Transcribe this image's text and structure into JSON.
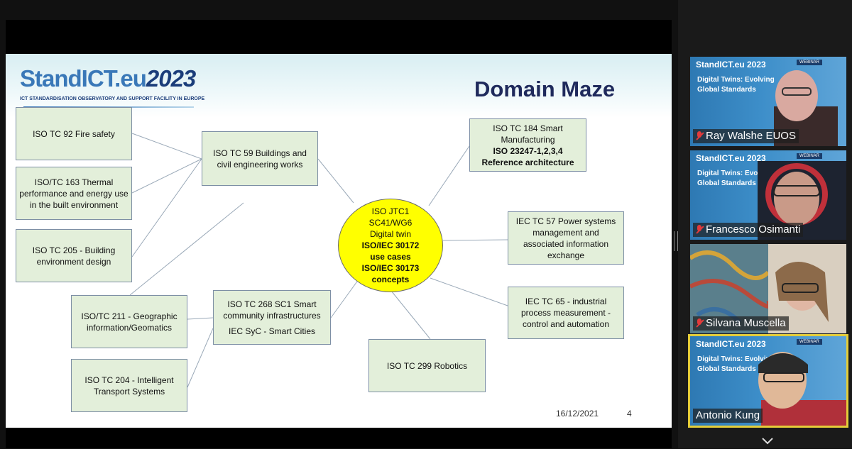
{
  "slide": {
    "logo_main": "StandICT.eu",
    "logo_year": "2023",
    "logo_subtitle": "ICT STANDARDISATION OBSERVATORY AND SUPPORT FACILITY IN EUROPE",
    "title": "Domain Maze",
    "date": "16/12/2021",
    "page_number": "4",
    "center": {
      "line1": "ISO JTC1",
      "line2": "SC41/WG6",
      "line3": "Digital twin",
      "bold1": "ISO/IEC 30172",
      "bold2": "use cases",
      "bold3": "ISO/IEC 30173",
      "bold4": "concepts"
    },
    "nodes": {
      "tc92": "ISO TC 92 Fire safety",
      "tc163": "ISO/TC 163 Thermal performance and energy use in the built environment",
      "tc205": "ISO TC 205 - Building environment design",
      "tc59": "ISO TC 59 Buildings and civil engineering works",
      "tc211": "ISO/TC 211 - Geographic information/Geomatics",
      "tc204": "ISO TC 204 - Intelligent Transport Systems",
      "tc268_line1": "ISO TC 268 SC1 Smart community infrastructures",
      "tc268_line2": "IEC SyC - Smart Cities",
      "tc184_line1": "ISO TC 184 Smart Manufacturing",
      "tc184_bold1": "ISO 23247-1,2,3,4",
      "tc184_bold2": "Reference architecture",
      "tc57": "IEC TC 57 Power systems management and associated information exchange",
      "tc65": "IEC TC 65 - industrial process measurement - control and automation",
      "tc299": "ISO TC 299 Robotics"
    }
  },
  "participants": [
    {
      "name": "Ray Walshe EUOS",
      "muted": true,
      "active": false
    },
    {
      "name": "Francesco Osimanti",
      "muted": true,
      "active": false
    },
    {
      "name": "Silvana Muscella",
      "muted": true,
      "active": false
    },
    {
      "name": "Antonio Kung",
      "muted": false,
      "active": true
    }
  ],
  "tile_banner": {
    "logo": "StandICT.eu 2023",
    "webinar": "WEBINAR",
    "headline": "Digital Twins: Evolving Global Standards"
  },
  "colors": {
    "node_fill": "#e3efda",
    "center_fill": "#ffff00",
    "title": "#1f2a5c",
    "active_speaker": "#e4cd3a",
    "muted_mic": "#e23b3b"
  }
}
